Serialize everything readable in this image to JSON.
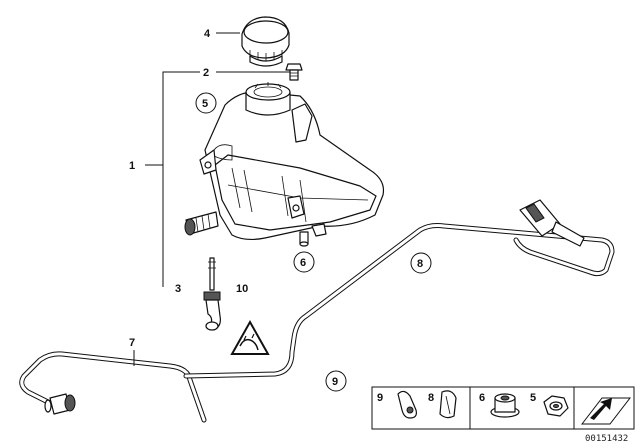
{
  "callouts": {
    "n1": "1",
    "n2": "2",
    "n3": "3",
    "n4": "4",
    "n5": "5",
    "n6": "6",
    "n7": "7",
    "n8": "8",
    "n9": "9",
    "n10": "10"
  },
  "legend": {
    "a": "9",
    "b": "8",
    "c": "6",
    "d": "5"
  },
  "reference": "00151432"
}
